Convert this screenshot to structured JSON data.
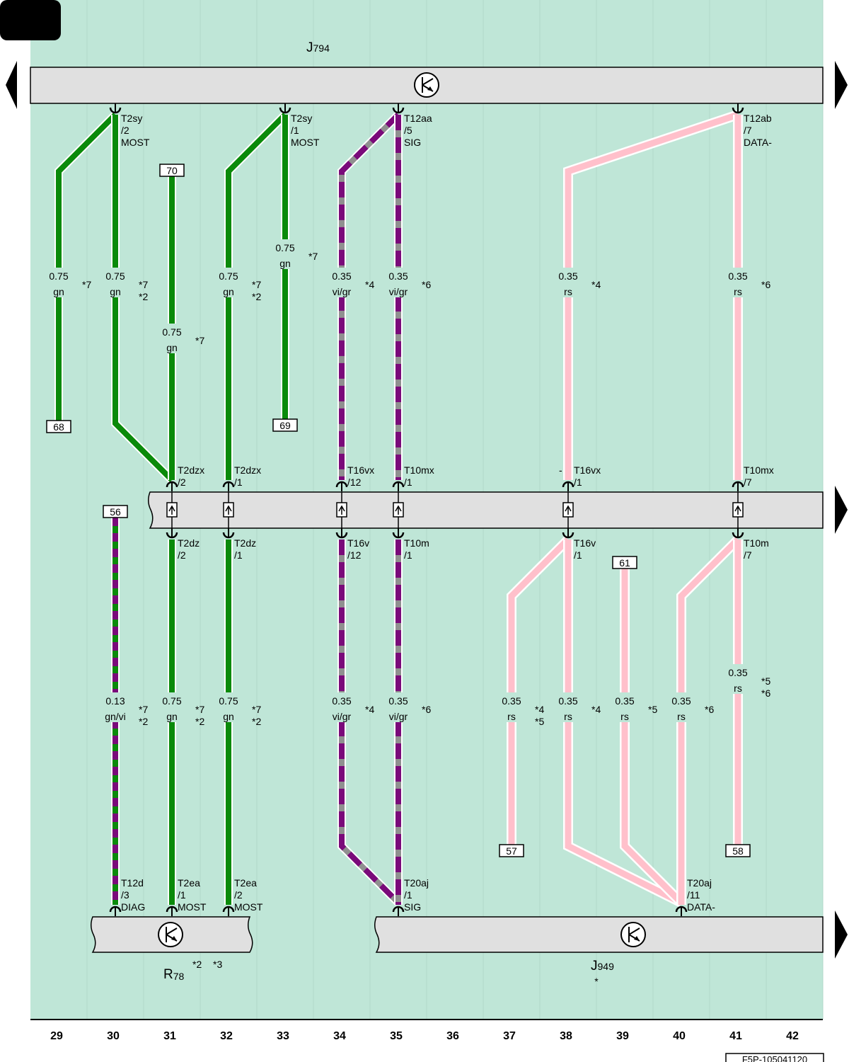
{
  "colors": {
    "background": "#bfe6d7",
    "module_fill": "#e0e0e0",
    "wire_gn": "#0a8a0a",
    "wire_vi": "#7a0a7a",
    "wire_gr": "#909090",
    "wire_rs": "#ffc0cb"
  },
  "components": {
    "j794": {
      "letter": "J",
      "number": "794"
    },
    "r78": {
      "letter": "R",
      "number": "78",
      "notes": [
        "*2",
        "*3"
      ]
    },
    "j949": {
      "letter": "J",
      "number": "949",
      "note": "*"
    }
  },
  "columns": [
    "29",
    "30",
    "31",
    "32",
    "33",
    "34",
    "35",
    "36",
    "37",
    "38",
    "39",
    "40",
    "41",
    "42"
  ],
  "references": [
    "68",
    "70",
    "69",
    "56",
    "61",
    "57",
    "58"
  ],
  "connectors": {
    "c1": [
      "T2sy",
      "/2",
      "MOST"
    ],
    "c2": [
      "T2sy",
      "/1",
      "MOST"
    ],
    "c3": [
      "T12aa",
      "/5",
      "SIG"
    ],
    "c4": [
      "T12ab",
      "/7",
      "DATA-"
    ],
    "c5": [
      "T2dzx",
      "/2"
    ],
    "c6": [
      "T2dzx",
      "/1"
    ],
    "c7": [
      "T16vx",
      "/12"
    ],
    "c8": [
      "T10mx",
      "/1"
    ],
    "c9": [
      "T16vx",
      "/1"
    ],
    "c10": [
      "T10mx",
      "/7"
    ],
    "c11": [
      "T2dz",
      "/2"
    ],
    "c12": [
      "T2dz",
      "/1"
    ],
    "c13": [
      "T16v",
      "/12"
    ],
    "c14": [
      "T10m",
      "/1"
    ],
    "c15": [
      "T16v",
      "/1"
    ],
    "c16": [
      "T10m",
      "/7"
    ],
    "c17": [
      "T12d",
      "/3",
      "DIAG"
    ],
    "c18": [
      "T2ea",
      "/1",
      "MOST"
    ],
    "c19": [
      "T2ea",
      "/2",
      "MOST"
    ],
    "c20": [
      "T20aj",
      "/1",
      "SIG"
    ],
    "c21": [
      "T20aj",
      "/11",
      "DATA-"
    ]
  },
  "wire_labels": [
    [
      "0.75",
      "gn"
    ],
    [
      "0.75",
      "gn"
    ],
    [
      "0.75",
      "gn"
    ],
    [
      "0.75",
      "gn"
    ],
    [
      "0.75",
      "gn"
    ],
    [
      "0.35",
      "vi/gr"
    ],
    [
      "0.35",
      "vi/gr"
    ],
    [
      "0.35",
      "rs"
    ],
    [
      "0.35",
      "rs"
    ],
    [
      "0.13",
      "gn/vi"
    ],
    [
      "0.75",
      "gn"
    ],
    [
      "0.75",
      "gn"
    ],
    [
      "0.35",
      "vi/gr"
    ],
    [
      "0.35",
      "vi/gr"
    ],
    [
      "0.35",
      "rs"
    ],
    [
      "0.35",
      "rs"
    ],
    [
      "0.35",
      "rs"
    ],
    [
      "0.35",
      "rs"
    ],
    [
      "0.35",
      "rs"
    ]
  ],
  "notes": [
    [
      "*7"
    ],
    [
      "*7",
      "*2"
    ],
    [
      "*7"
    ],
    [
      "*7",
      "*2"
    ],
    [
      "*7"
    ],
    [
      "*4"
    ],
    [
      "*6"
    ],
    [
      "*4"
    ],
    [
      "*6"
    ],
    [
      "*7",
      "*2"
    ],
    [
      "*7",
      "*2"
    ],
    [
      "*7",
      "*2"
    ],
    [
      "*4"
    ],
    [
      "*6"
    ],
    [
      "*4",
      "*5"
    ],
    [
      "*4"
    ],
    [
      "*5"
    ],
    [
      "*6"
    ],
    [
      "*5",
      "*6"
    ]
  ],
  "dash_mark": "-",
  "doc_id": "F5P-105041120"
}
